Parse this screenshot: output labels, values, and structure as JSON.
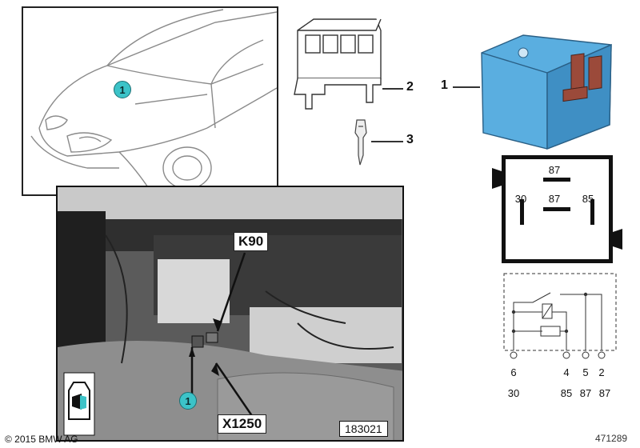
{
  "overview": {
    "callout": "1"
  },
  "parts": [
    {
      "number": "2"
    },
    {
      "number": "3"
    },
    {
      "number": "1"
    }
  ],
  "relay_symbol": {
    "pins": [
      {
        "label": "87",
        "pos": "top"
      },
      {
        "label": "30",
        "pos": "left"
      },
      {
        "label": "87",
        "pos": "center"
      },
      {
        "label": "85",
        "pos": "right"
      }
    ]
  },
  "schematic": {
    "terminals": [
      {
        "pin": "6",
        "function": "30"
      },
      {
        "pin": "4",
        "function": "85"
      },
      {
        "pin": "5",
        "function": "87"
      },
      {
        "pin": "2",
        "function": "87"
      }
    ]
  },
  "photo": {
    "label_top": "K90",
    "label_bottom": "X1250",
    "callout": "1",
    "image_number": "183021"
  },
  "footer": {
    "copyright": "© 2015 BMW AG",
    "diagram_number": "471289"
  },
  "colors": {
    "relay_body": "#5aaee0",
    "callout_fill": "#3cc3c8"
  }
}
